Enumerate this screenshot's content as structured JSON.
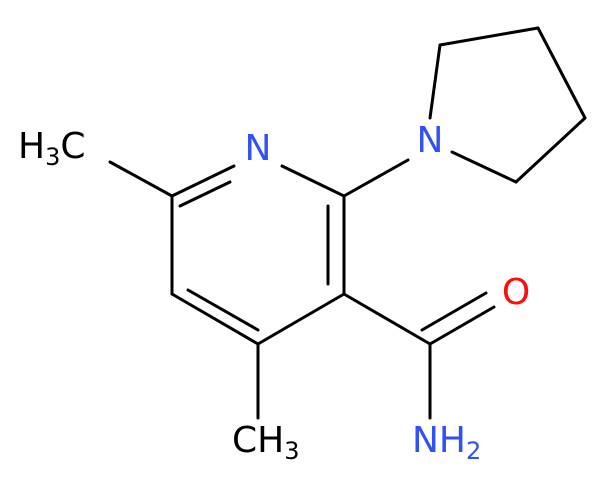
{
  "molecule": {
    "labels": {
      "n_ring": "N",
      "n_pyrrolidine": "N",
      "oxygen": "O",
      "ch3_left": {
        "main": "H",
        "sub": "3",
        "tail": "C"
      },
      "ch3_bottom": {
        "main": "CH",
        "sub": "3"
      },
      "nh2": {
        "main": "NH",
        "sub": "2"
      }
    },
    "colors": {
      "carbon": "#000000",
      "nitrogen": "#3050f8",
      "oxygen": "#ff0d0d"
    }
  }
}
